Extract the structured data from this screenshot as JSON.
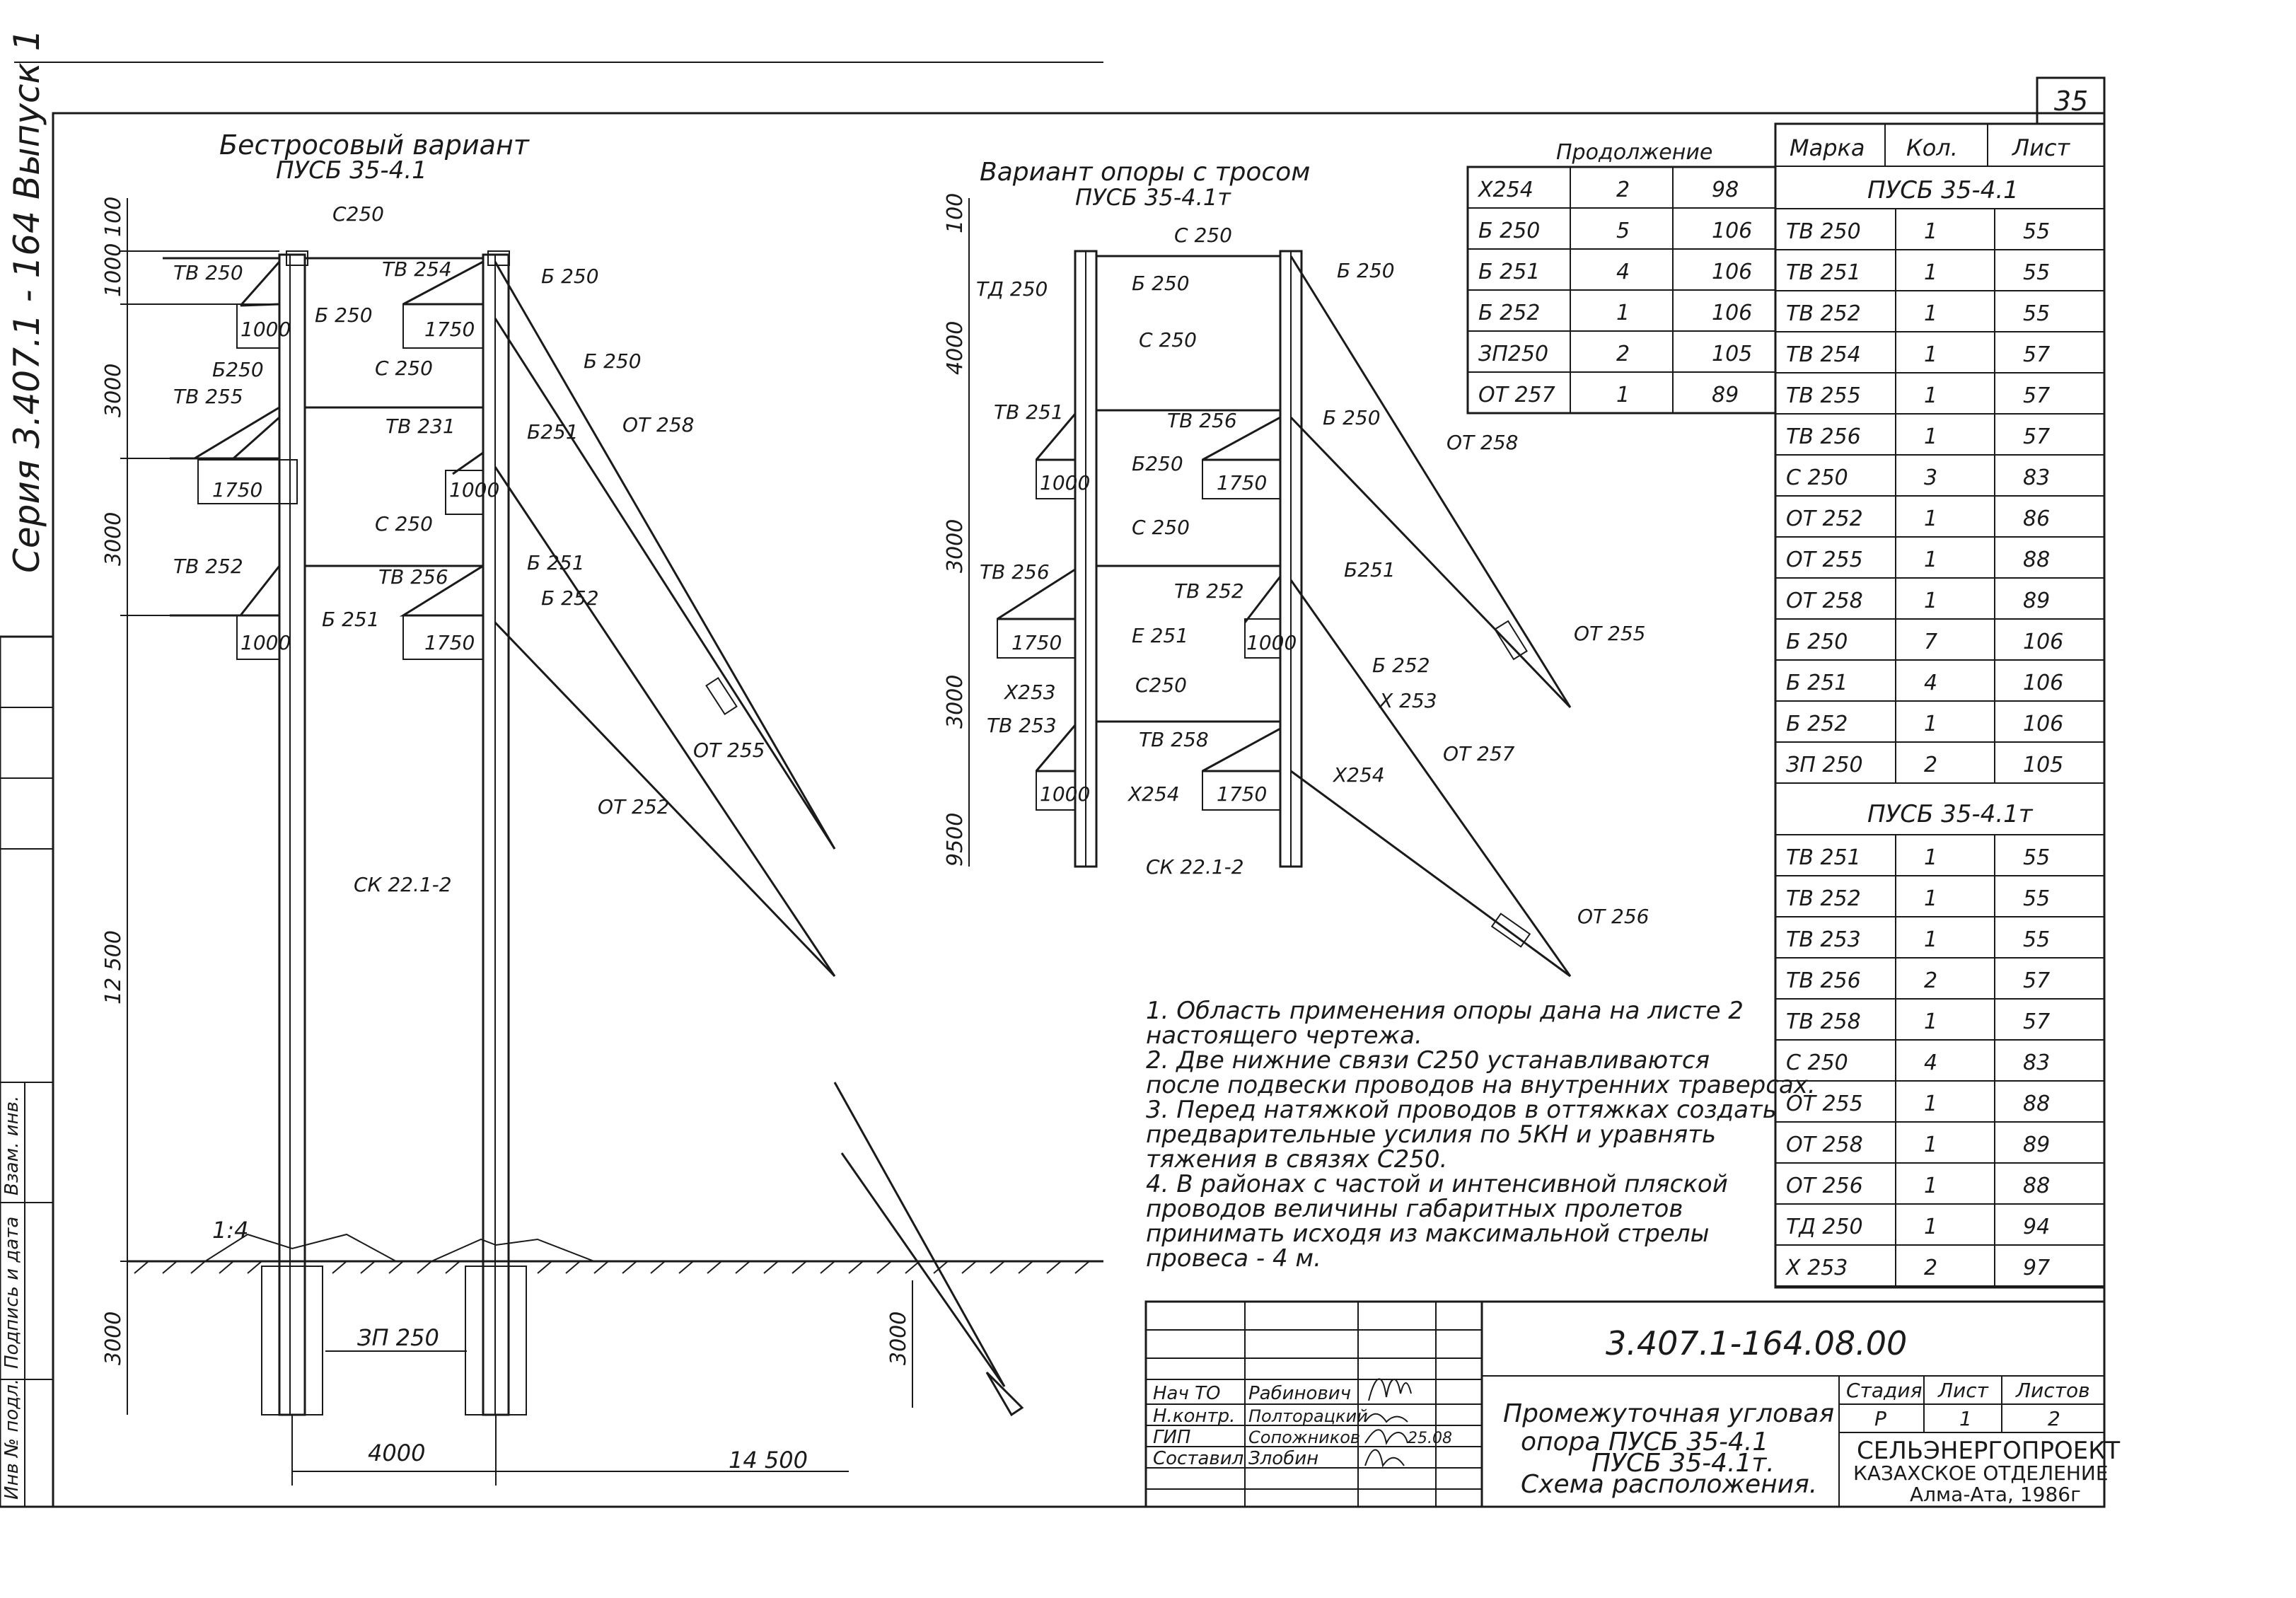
{
  "sheet_no": "35",
  "side_stamp": "Серия 3.407.1 - 164 Выпуск 1",
  "side_labels": [
    "Инв № подл.",
    "Подпись и дата",
    "Взам. инв."
  ],
  "left_title": "Бестросовый вариант",
  "left_model": "ПУСБ 35-4.1",
  "right_title": "Вариант опоры с тросом",
  "right_model": "ПУСБ 35-4.1т",
  "left_dims": [
    "100",
    "1000",
    "3000",
    "3000",
    "12 500",
    "3000"
  ],
  "right_dims": [
    "100",
    "4000",
    "3000",
    "3000",
    "9500"
  ],
  "bottom_dims": [
    "4000",
    "14 500",
    "3000",
    "3000"
  ],
  "slope": "1:4",
  "left_labels": [
    "С250",
    "ТВ 250",
    "ТВ 254",
    "Б 250",
    "1000",
    "Б 250",
    "1750",
    "Б 250",
    "Б250",
    "ТВ 255",
    "С 250",
    "ТВ 231",
    "Б251",
    "ОТ 258",
    "1750",
    "1000",
    "С 250",
    "ТВ 252",
    "Б 251",
    "ТВ 256",
    "Б 252",
    "Б 251",
    "1000",
    "1750",
    "ОТ 255",
    "ОТ 252",
    "СК 22.1-2",
    "ЗП 250"
  ],
  "right_labels": [
    "С 250",
    "ТД 250",
    "Б 250",
    "Б 250",
    "С 250",
    "ТВ 251",
    "ТВ 256",
    "Б 250",
    "ОТ 258",
    "1000",
    "Б250",
    "1750",
    "С 250",
    "ТВ 256",
    "Б251",
    "ТВ 252",
    "1750",
    "Е 251",
    "1000",
    "Б 252",
    "ОТ 255",
    "С250",
    "Х 253",
    "Х253",
    "ТВ 253",
    "ТВ 258",
    "ОТ 257",
    "1000",
    "Х254",
    "1750",
    "Х254",
    "СК 22.1-2",
    "ОТ 256"
  ],
  "cont_title": "Продолжение",
  "cont_rows": [
    [
      "Х254",
      "2",
      "98"
    ],
    [
      "Б 250",
      "5",
      "106"
    ],
    [
      "Б 251",
      "4",
      "106"
    ],
    [
      "Б 252",
      "1",
      "106"
    ],
    [
      "ЗП250",
      "2",
      "105"
    ],
    [
      "ОТ 257",
      "1",
      "89"
    ]
  ],
  "spec_headers": [
    "Марка",
    "Кол.",
    "Лист"
  ],
  "spec_group1": "ПУСБ 35-4.1",
  "spec_rows1": [
    [
      "ТВ 250",
      "1",
      "55"
    ],
    [
      "ТВ 251",
      "1",
      "55"
    ],
    [
      "ТВ 252",
      "1",
      "55"
    ],
    [
      "ТВ 254",
      "1",
      "57"
    ],
    [
      "ТВ 255",
      "1",
      "57"
    ],
    [
      "ТВ 256",
      "1",
      "57"
    ],
    [
      "С 250",
      "3",
      "83"
    ],
    [
      "ОТ 252",
      "1",
      "86"
    ],
    [
      "ОТ 255",
      "1",
      "88"
    ],
    [
      "ОТ 258",
      "1",
      "89"
    ],
    [
      "Б 250",
      "7",
      "106"
    ],
    [
      "Б 251",
      "4",
      "106"
    ],
    [
      "Б 252",
      "1",
      "106"
    ],
    [
      "ЗП 250",
      "2",
      "105"
    ]
  ],
  "spec_group2": "ПУСБ 35-4.1т",
  "spec_rows2": [
    [
      "ТВ 251",
      "1",
      "55"
    ],
    [
      "ТВ 252",
      "1",
      "55"
    ],
    [
      "ТВ 253",
      "1",
      "55"
    ],
    [
      "ТВ 256",
      "2",
      "57"
    ],
    [
      "ТВ 258",
      "1",
      "57"
    ],
    [
      "С 250",
      "4",
      "83"
    ],
    [
      "ОТ 255",
      "1",
      "88"
    ],
    [
      "ОТ 258",
      "1",
      "89"
    ],
    [
      "ОТ 256",
      "1",
      "88"
    ],
    [
      "ТД 250",
      "1",
      "94"
    ],
    [
      "Х 253",
      "2",
      "97"
    ]
  ],
  "notes": [
    "1. Область применения опоры дана на листе 2",
    "    настоящего чертежа.",
    "2. Две нижние связи С250 устанавливаются",
    "    после подвески проводов на внутренних траверсах.",
    "3. Перед натяжкой проводов в оттяжках создать",
    "    предварительные усилия по 5КН и уравнять",
    "    тяжения в связях С250.",
    "4. В районах с частой и интенсивной пляской",
    "    проводов величины габаритных пролетов",
    "    принимать исходя из максимальной стрелы",
    "    провеса - 4 м."
  ],
  "doc_code": "3.407.1-164.08.00",
  "doc_title": [
    "Промежуточная угловая",
    "опора ПУСБ 35-4.1",
    "ПУСБ 35-4.1т.",
    "Схема расположения."
  ],
  "stage_headers": [
    "Стадия",
    "Лист",
    "Листов"
  ],
  "stage_values": [
    "Р",
    "1",
    "2"
  ],
  "org": [
    "СЕЛЬЭНЕРГОПРОЕКТ",
    "КАЗАХСКОЕ ОТДЕЛЕНИЕ",
    "Алма-Ата, 1986г"
  ],
  "signers": [
    [
      "Нач ТО",
      "Рабинович"
    ],
    [
      "Н.контр.",
      "Полторацкий"
    ],
    [
      "ГИП",
      "Сопожников"
    ],
    [
      "Составил",
      "Злобин"
    ]
  ],
  "sign_date": "25.08"
}
